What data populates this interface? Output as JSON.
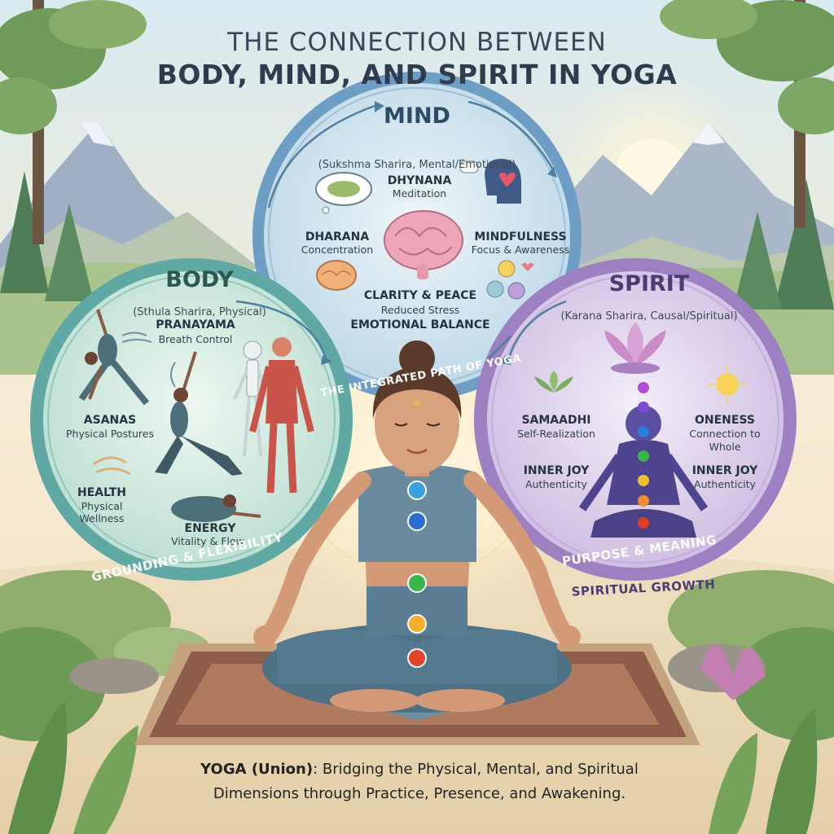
{
  "header": {
    "line1": "THE CONNECTION BETWEEN",
    "line2": "BODY, MIND, AND SPIRIT IN YOGA"
  },
  "mind": {
    "title": "MIND",
    "subtitle": "(Sukshma Sharira, Mental/Emotional)",
    "items": [
      {
        "label": "DHYNANA",
        "desc": "Meditation"
      },
      {
        "label": "DHARANA",
        "desc": "Concentration"
      },
      {
        "label": "MINDFULNESS",
        "desc": "Focus & Awareness"
      },
      {
        "label": "CLARITY & PEACE",
        "desc": "Reduced Stress"
      }
    ],
    "extra": "EMOTIONAL BALANCE"
  },
  "body": {
    "title": "BODY",
    "subtitle": "(Sthula Sharira, Physical)",
    "items": [
      {
        "label": "PRANAYAMA",
        "desc": "Breath Control"
      },
      {
        "label": "ASANAS",
        "desc": "Physical Postures"
      },
      {
        "label": "HEALTH",
        "desc": "Physical",
        "desc2": "Wellness"
      },
      {
        "label": "ENERGY",
        "desc": "Vitality & Flow"
      }
    ],
    "band": "GROUNDING & FLEXIBILITY"
  },
  "spirit": {
    "title": "SPIRIT",
    "subtitle": "(Karana Sharira, Causal/Spiritual)",
    "items": [
      {
        "label": "SAMAADHI",
        "desc": "Self-Realization"
      },
      {
        "label": "ONENESS",
        "desc": "Connection to",
        "desc2": "Whole"
      },
      {
        "label": "INNER JOY",
        "desc": "Authenticity"
      },
      {
        "label": "INNER JOY",
        "desc": "Authenticity"
      }
    ],
    "band": "PURPOSE & MEANING",
    "band2": "SPIRITUAL GROWTH"
  },
  "center": {
    "arc_label": "THE INTEGRATED PATH OF YOGA"
  },
  "footer": {
    "bold": "YOGA (Union)",
    "text": ": Bridging the Physical, Mental, and Spiritual Dimensions through Practice, Presence, and Awakening."
  },
  "colors": {
    "body_ring": "#5fa8a4",
    "mind_ring": "#6e9ec4",
    "spirit_ring": "#9d80c1",
    "title_dark": "#2f3c4e"
  }
}
